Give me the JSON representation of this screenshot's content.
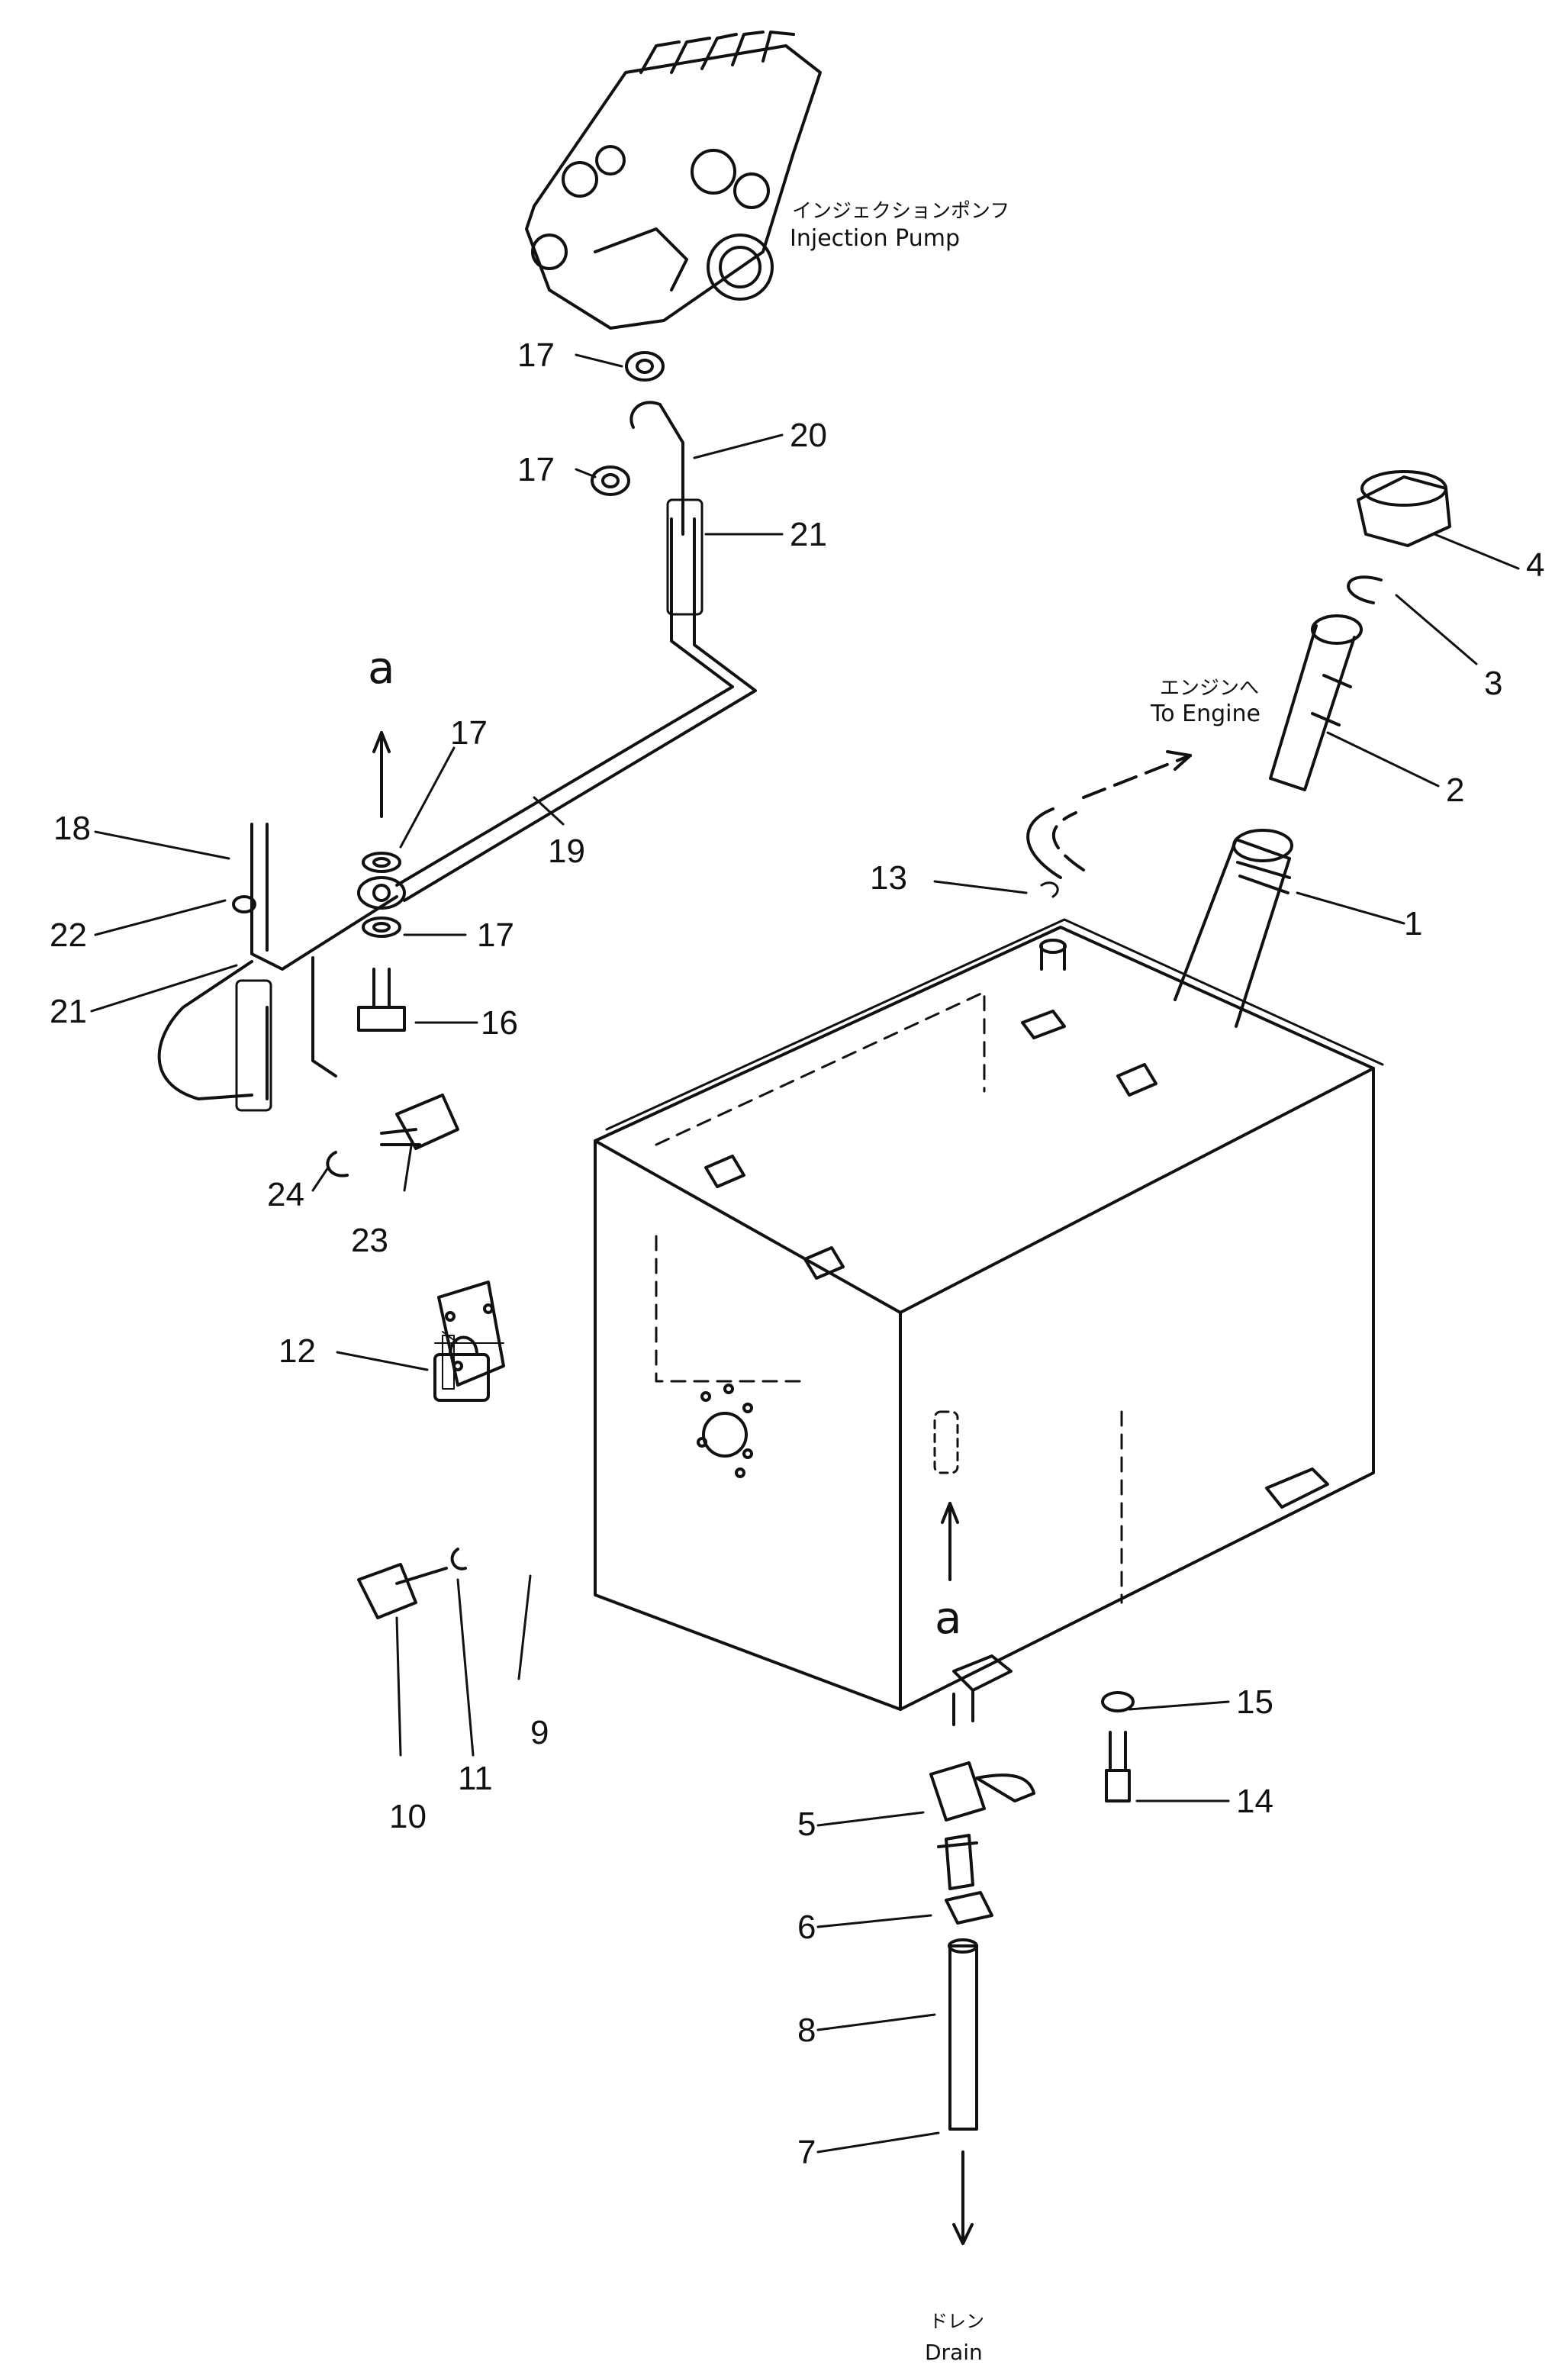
{
  "captions": {
    "injection_pump_jp": "インジェクションポンフ",
    "injection_pump_en": "Injection Pump",
    "to_engine_jp": "エンジンへ",
    "to_engine_en": "To Engine",
    "drain_jp": "ドレン",
    "drain_en": "Drain",
    "view_mark_a": "a"
  },
  "part_numbers": [
    "1",
    "2",
    "3",
    "4",
    "5",
    "6",
    "7",
    "8",
    "9",
    "10",
    "11",
    "12",
    "13",
    "14",
    "15",
    "16",
    "17",
    "18",
    "19",
    "20",
    "21",
    "22",
    "23",
    "24"
  ],
  "callouts": {
    "p1": "1",
    "p2": "2",
    "p3": "3",
    "p4": "4",
    "p5": "5",
    "p6": "6",
    "p7": "7",
    "p8": "8",
    "p9": "9",
    "p10": "10",
    "p11": "11",
    "p12": "12",
    "p13": "13",
    "p14": "14",
    "p15": "15",
    "p16": "16",
    "p17": "17",
    "p18": "18",
    "p19": "19",
    "p20": "20",
    "p21": "21",
    "p22": "22",
    "p23": "23",
    "p24": "24"
  }
}
